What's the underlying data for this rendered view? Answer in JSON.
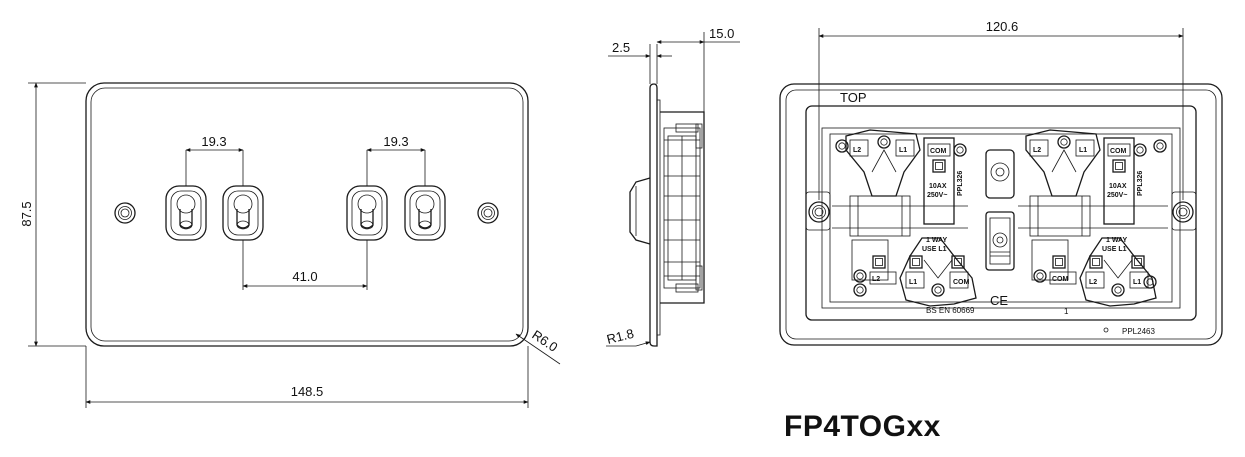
{
  "model": "FP4TOGxx",
  "front_view": {
    "width_label": "148.5",
    "height_label": "87.5",
    "corner_radius_label": "R6.0",
    "toggle_pitch_left_label": "19.3",
    "toggle_pitch_right_label": "19.3",
    "center_gap_label": "41.0"
  },
  "side_view": {
    "plate_thickness_label": "2.5",
    "depth_label": "15.0",
    "edge_radius_label": "R1.8"
  },
  "rear_view": {
    "width_label": "120.6",
    "orientation_label": "TOP",
    "terminal_labels": [
      "L2",
      "L1",
      "COM",
      "L2",
      "L1",
      "COM",
      "COM",
      "L2",
      "L1",
      "COM",
      "L2",
      "L1"
    ],
    "rating_line1": "10AX",
    "rating_line2": "250V~",
    "part_code": "PPL326",
    "way_line1": "1 WAY",
    "way_line2": "USE L1",
    "standard": "BS EN 60669",
    "ce_mark": "CE",
    "index_mark": "1",
    "mould_code": "PPL2463"
  }
}
